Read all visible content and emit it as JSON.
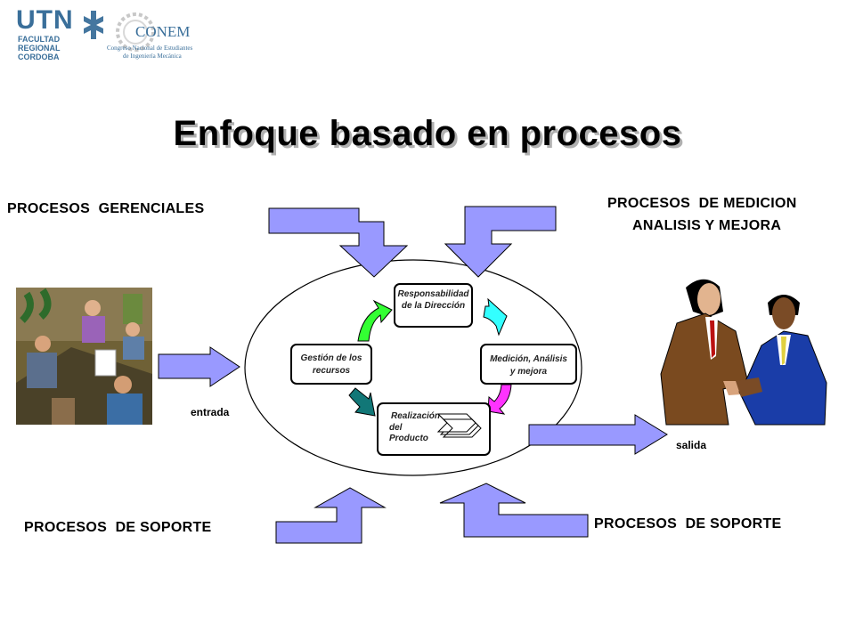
{
  "logos": {
    "utn": {
      "mark": "UTN",
      "line1": "FACULTAD",
      "line2": "REGIONAL",
      "line3": "CORDOBA"
    },
    "conem": {
      "mark": "CONEM",
      "line1": "Congreso Nacional de Estudiantes",
      "line2": "de Ingeniería Mecánica"
    }
  },
  "title": "Enfoque basado en procesos",
  "labels": {
    "gerenciales": "PROCESOS  GERENCIALES",
    "medicion_1": "PROCESOS  DE MEDICION",
    "medicion_2": "ANALISIS Y MEJORA",
    "soporte_left": "PROCESOS  DE SOPORTE",
    "soporte_right": "PROCESOS  DE SOPORTE",
    "entrada": "entrada",
    "salida": "salida"
  },
  "cycle": {
    "top": {
      "line1": "Responsabilidad",
      "line2": "de la Dirección"
    },
    "left": {
      "line1": "Gestión de los",
      "line2": "recursos"
    },
    "right": {
      "line1": "Medición, Análisis",
      "line2": "y mejora"
    },
    "bottom": {
      "line1": "Realización",
      "line2": "del",
      "line3": "Producto"
    }
  },
  "colors": {
    "arrow_fill": "#9999ff",
    "green_arrow": "#33ff33",
    "cyan_arrow": "#33ffff",
    "magenta_arrow": "#ff33ff",
    "teal_arrow": "#117777",
    "utn_blue": "#3a6f9a"
  }
}
